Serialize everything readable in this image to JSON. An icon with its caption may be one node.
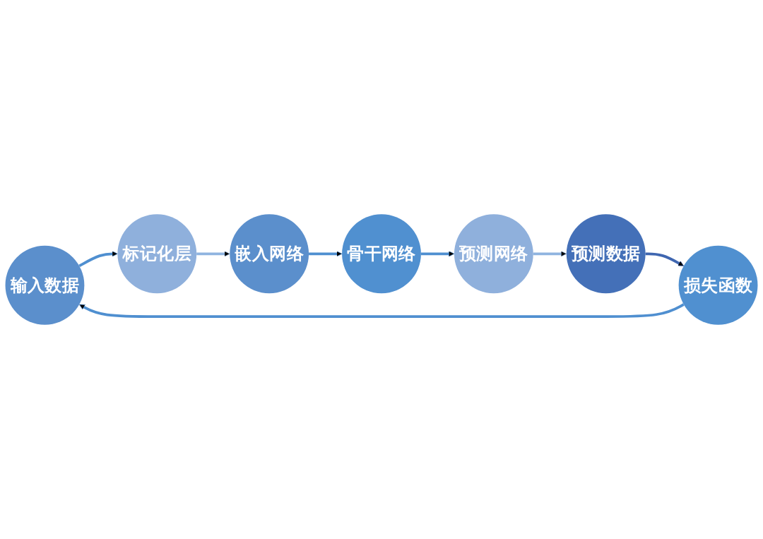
{
  "diagram": {
    "nodes": [
      {
        "text": [
          "输入数据"
        ]
      },
      {
        "text": [
          "标记化层"
        ]
      },
      {
        "text": [
          "嵌入网络"
        ]
      },
      {
        "text": [
          "骨干网络"
        ]
      },
      {
        "text": [
          "预测网络"
        ]
      },
      {
        "text": [
          "预测数据"
        ]
      },
      {
        "text": [
          "损失函数"
        ]
      }
    ],
    "edges": [
      {
        "from": 0,
        "to": 1,
        "arrow": "to"
      },
      {
        "from": 1,
        "to": 2,
        "arrow": "to",
        "color": "#8fb4e0"
      },
      {
        "from": 2,
        "to": 3,
        "arrow": "to"
      },
      {
        "from": 3,
        "to": 4,
        "arrow": "to"
      },
      {
        "from": 4,
        "to": 5,
        "arrow": "to",
        "color": "#8fb4e0"
      },
      {
        "from": 5,
        "to": 6,
        "arrow": "to",
        "color": "#3f66b0"
      },
      {
        "from": 6,
        "to": 0,
        "arrow": "to"
      }
    ]
  }
}
